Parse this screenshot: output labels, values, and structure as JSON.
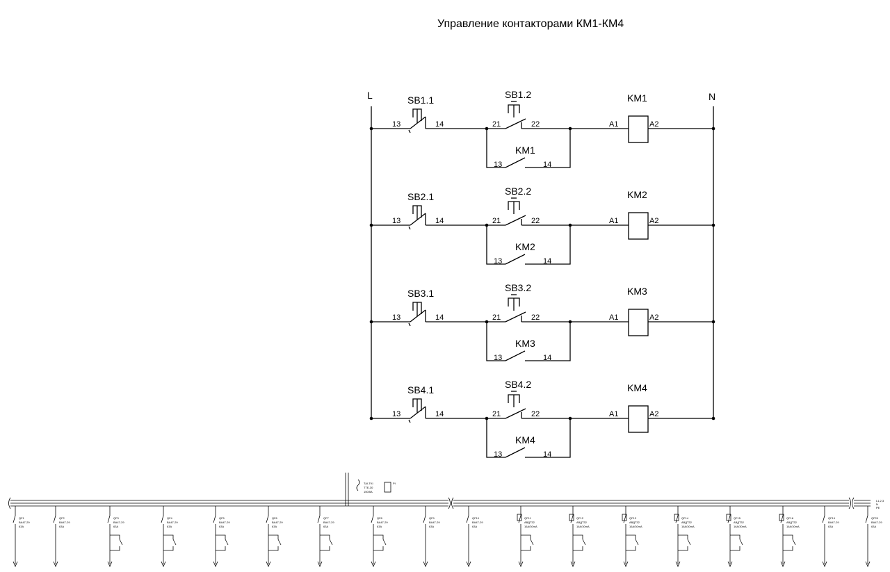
{
  "title": "Управление контакторами КМ1-КМ4",
  "rail_left": "L",
  "rail_right": "N",
  "rungs": [
    {
      "start_btn": "SB1.1",
      "stop_btn": "SB1.2",
      "coil": "KM1",
      "hold": "KM1"
    },
    {
      "start_btn": "SB2.1",
      "stop_btn": "SB2.2",
      "coil": "KM2",
      "hold": "KM2"
    },
    {
      "start_btn": "SB3.1",
      "stop_btn": "SB3.2",
      "coil": "KM3",
      "hold": "KM3"
    },
    {
      "start_btn": "SB4.1",
      "stop_btn": "SB4.2",
      "coil": "KM4",
      "hold": "KM4"
    }
  ],
  "terminals": {
    "no_in": "13",
    "no_out": "14",
    "nc_in": "21",
    "nc_out": "22",
    "coil_in": "A1",
    "coil_out": "A2"
  },
  "panel": {
    "breakers": [
      "QF1",
      "QF2",
      "QF3",
      "QF4",
      "QF5",
      "QF6",
      "QF7",
      "QF8",
      "QF9",
      "QF10",
      "QF11",
      "QF12",
      "QF13",
      "QF14",
      "QF15",
      "QF16",
      "QF19",
      "QF20"
    ],
    "breaker_type": "BA47-29",
    "breaker_rating": "63A",
    "rcd_type": "АВДТ32",
    "rcd_rating": "16A/30mA",
    "meter_label": "PI",
    "ct_label": "ТАI-TKI",
    "ct_type": "TTE-30",
    "ct_rating": "150/5A",
    "bus_labels": [
      "L1,2,3",
      "N",
      "PE"
    ]
  }
}
